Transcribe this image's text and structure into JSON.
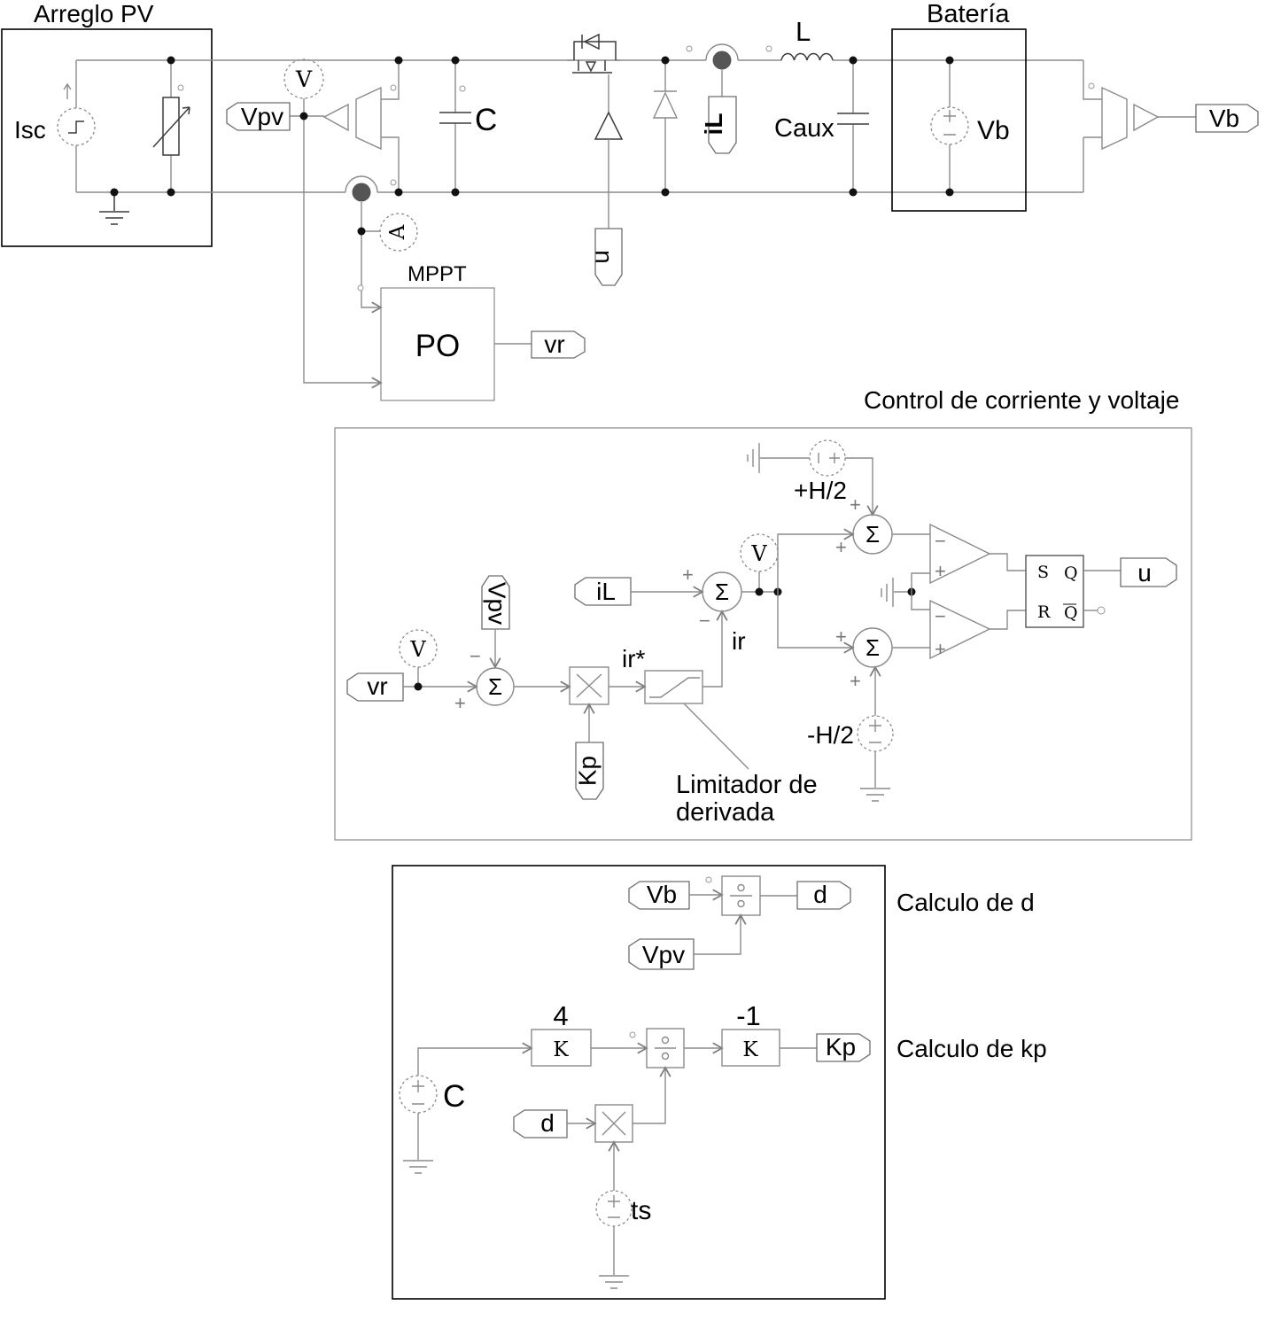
{
  "titles": {
    "pv": "Arreglo PV",
    "battery": "Batería",
    "control": "Control de corriente y voltaje",
    "mppt": "MPPT",
    "calc_d": "Calculo de d",
    "calc_kp": "Calculo de kp"
  },
  "signs": {
    "plus": "+",
    "minus": "−",
    "sigma": "Σ"
  },
  "meters": {
    "voltage": "V",
    "current": "A"
  },
  "power_stage": {
    "isc_label": "Isc",
    "c_label": "C",
    "caux_label": "Caux",
    "l_label": "L",
    "vb_source_label": "Vb",
    "vpv_tag": "Vpv",
    "u_tag": "u",
    "il_tag": "iL",
    "vr_tag": "vr",
    "vb_tag": "Vb",
    "mppt_algorithm": "PO"
  },
  "control": {
    "vr_tag": "vr",
    "vpv_tag": "Vpv",
    "il_tag": "iL",
    "kp_tag": "Kp",
    "u_tag": "u",
    "plus_h2": "+H/2",
    "minus_h2": "-H/2",
    "ir_ref": "ir*",
    "ir": "ir",
    "limiter_caption_line1": "Limitador de",
    "limiter_caption_line2": "derivada",
    "ff": {
      "s": "S",
      "r": "R",
      "q": "Q",
      "qbar": "Q"
    }
  },
  "calc": {
    "vb_tag": "Vb",
    "vpv_tag": "Vpv",
    "d_out_tag": "d",
    "d_in_tag": "d",
    "kp_tag": "Kp",
    "gain1_value": "4",
    "gain2_value": "-1",
    "gain_symbol": "K",
    "c_source_label": "C",
    "ts_source_label": "ts"
  }
}
